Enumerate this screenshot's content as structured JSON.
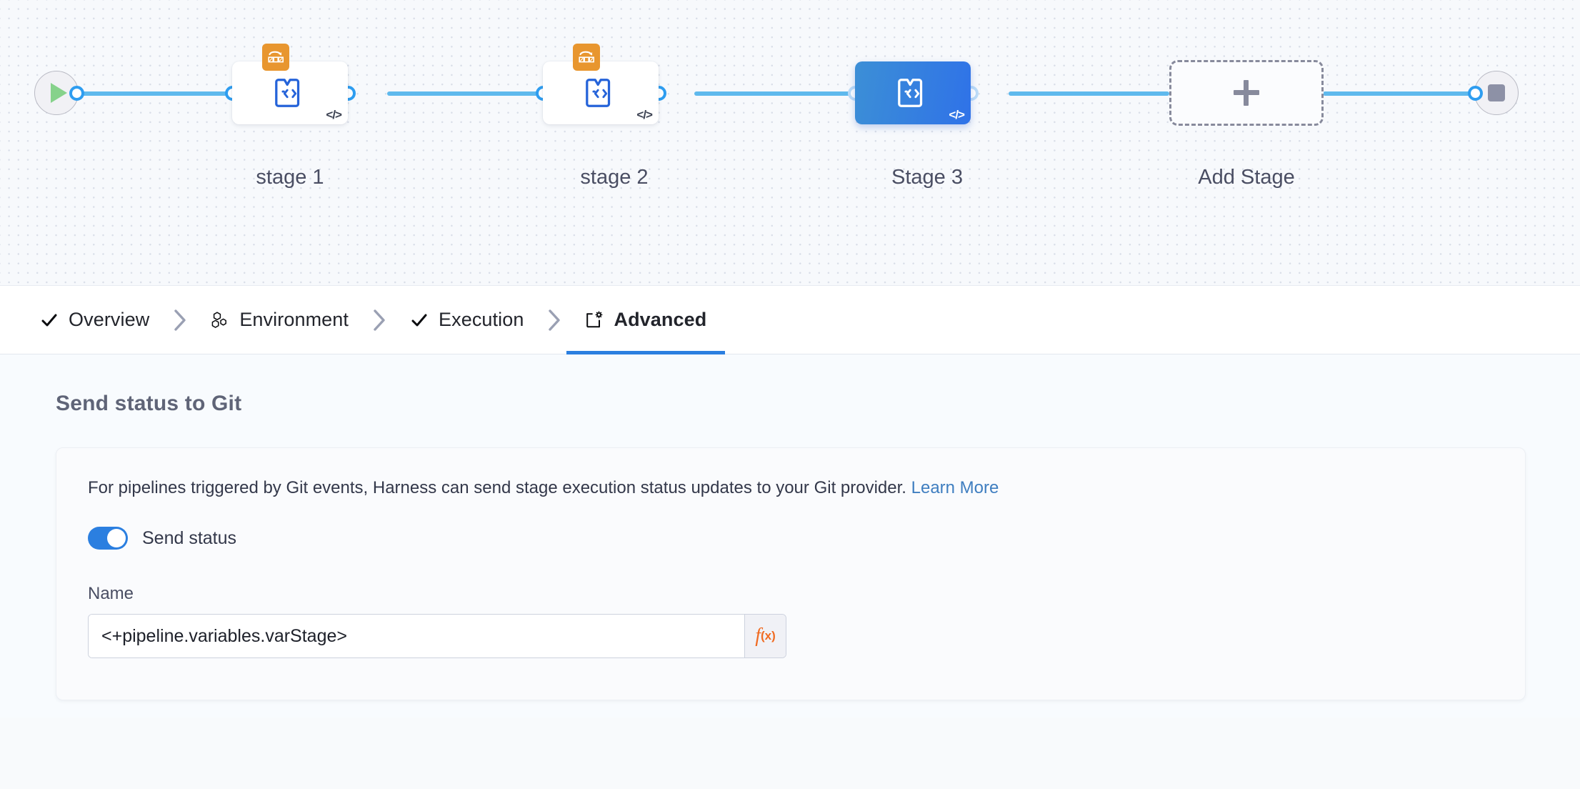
{
  "canvas": {
    "start_node": {
      "icon": "play-icon",
      "label": ""
    },
    "end_node": {
      "icon": "stop-icon",
      "label": ""
    },
    "stages": [
      {
        "label": "stage 1",
        "selected": false,
        "has_matrix_badge": true,
        "code_marker": "</>",
        "icon": "ci-stage-icon"
      },
      {
        "label": "stage 2",
        "selected": false,
        "has_matrix_badge": true,
        "code_marker": "</>",
        "icon": "ci-stage-icon"
      },
      {
        "label": "Stage 3",
        "selected": true,
        "has_matrix_badge": false,
        "code_marker": "</>",
        "icon": "ci-stage-icon"
      }
    ],
    "add_stage": {
      "label": "Add Stage",
      "icon": "plus-icon"
    },
    "colors": {
      "connector": "#5fb9ed",
      "selected_stage": "#2f72e8",
      "matrix_badge": "#e8962f",
      "play": "#86d28b",
      "stop": "#8d91a6"
    }
  },
  "tabs": [
    {
      "label": "Overview",
      "icon": "check-icon",
      "active": false,
      "separator": "chevron-right-icon"
    },
    {
      "label": "Environment",
      "icon": "hexagons-icon",
      "active": false,
      "separator": "chevron-right-icon"
    },
    {
      "label": "Execution",
      "icon": "check-icon",
      "active": false,
      "separator": "chevron-right-icon"
    },
    {
      "label": "Advanced",
      "icon": "card-gear-icon",
      "active": true,
      "separator": ""
    }
  ],
  "main": {
    "section_title": "Send status to Git",
    "description": "For pipelines triggered by Git events, Harness can send stage execution status updates to your Git provider.",
    "learn_more": "Learn More",
    "toggle": {
      "label": "Send status",
      "on": true
    },
    "name_field": {
      "label": "Name",
      "value": "<+pipeline.variables.varStage>",
      "placeholder": "",
      "expression_button": {
        "f": "f",
        "x": "(x)"
      }
    }
  }
}
